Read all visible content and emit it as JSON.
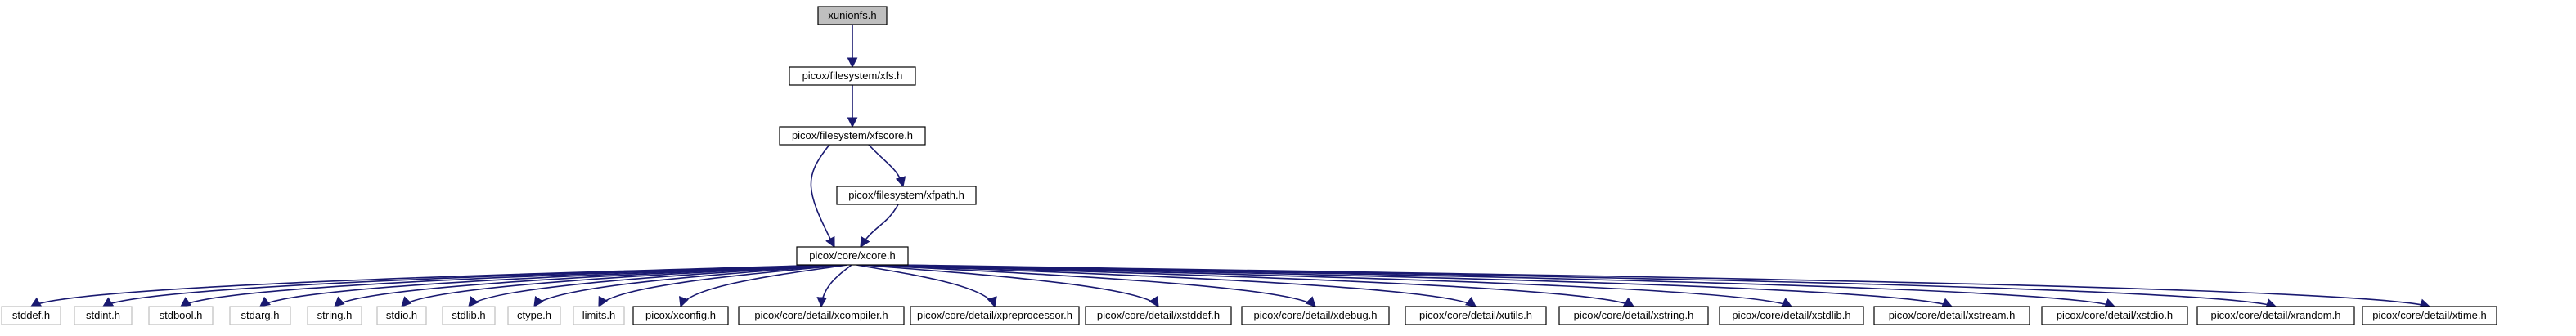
{
  "graph": {
    "root": "xunionfs.h",
    "nodes": [
      {
        "id": "n0",
        "label": "xunionfs.h",
        "style": "root"
      },
      {
        "id": "n1",
        "label": "picox/filesystem/xfs.h",
        "style": "local"
      },
      {
        "id": "n2",
        "label": "picox/filesystem/xfscore.h",
        "style": "local"
      },
      {
        "id": "n3",
        "label": "picox/filesystem/xfpath.h",
        "style": "local"
      },
      {
        "id": "n4",
        "label": "picox/core/xcore.h",
        "style": "local"
      },
      {
        "id": "n5",
        "label": "stddef.h",
        "style": "system"
      },
      {
        "id": "n6",
        "label": "stdint.h",
        "style": "system"
      },
      {
        "id": "n7",
        "label": "stdbool.h",
        "style": "system"
      },
      {
        "id": "n8",
        "label": "stdarg.h",
        "style": "system"
      },
      {
        "id": "n9",
        "label": "string.h",
        "style": "system"
      },
      {
        "id": "n10",
        "label": "stdio.h",
        "style": "system"
      },
      {
        "id": "n11",
        "label": "stdlib.h",
        "style": "system"
      },
      {
        "id": "n12",
        "label": "ctype.h",
        "style": "system"
      },
      {
        "id": "n13",
        "label": "limits.h",
        "style": "system"
      },
      {
        "id": "n14",
        "label": "picox/xconfig.h",
        "style": "local"
      },
      {
        "id": "n15",
        "label": "picox/core/detail/xcompiler.h",
        "style": "local"
      },
      {
        "id": "n16",
        "label": "picox/core/detail/xpreprocessor.h",
        "style": "local"
      },
      {
        "id": "n17",
        "label": "picox/core/detail/xstddef.h",
        "style": "local"
      },
      {
        "id": "n18",
        "label": "picox/core/detail/xdebug.h",
        "style": "local"
      },
      {
        "id": "n19",
        "label": "picox/core/detail/xutils.h",
        "style": "local"
      },
      {
        "id": "n20",
        "label": "picox/core/detail/xstring.h",
        "style": "local"
      },
      {
        "id": "n21",
        "label": "picox/core/detail/xstdlib.h",
        "style": "local"
      },
      {
        "id": "n22",
        "label": "picox/core/detail/xstream.h",
        "style": "local"
      },
      {
        "id": "n23",
        "label": "picox/core/detail/xstdio.h",
        "style": "local"
      },
      {
        "id": "n24",
        "label": "picox/core/detail/xrandom.h",
        "style": "local"
      },
      {
        "id": "n25",
        "label": "picox/core/detail/xtime.h",
        "style": "local"
      }
    ],
    "edges": [
      [
        "n0",
        "n1"
      ],
      [
        "n1",
        "n2"
      ],
      [
        "n2",
        "n3"
      ],
      [
        "n2",
        "n4"
      ],
      [
        "n3",
        "n4"
      ],
      [
        "n4",
        "n5"
      ],
      [
        "n4",
        "n6"
      ],
      [
        "n4",
        "n7"
      ],
      [
        "n4",
        "n8"
      ],
      [
        "n4",
        "n9"
      ],
      [
        "n4",
        "n10"
      ],
      [
        "n4",
        "n11"
      ],
      [
        "n4",
        "n12"
      ],
      [
        "n4",
        "n13"
      ],
      [
        "n4",
        "n14"
      ],
      [
        "n4",
        "n15"
      ],
      [
        "n4",
        "n16"
      ],
      [
        "n4",
        "n17"
      ],
      [
        "n4",
        "n18"
      ],
      [
        "n4",
        "n19"
      ],
      [
        "n4",
        "n20"
      ],
      [
        "n4",
        "n21"
      ],
      [
        "n4",
        "n22"
      ],
      [
        "n4",
        "n23"
      ],
      [
        "n4",
        "n24"
      ],
      [
        "n4",
        "n25"
      ]
    ],
    "colors": {
      "edge": "#191970",
      "root_fill": "#bfbfbf",
      "local_border": "#000000",
      "system_border": "#bfbfbf",
      "system_text": "#000000"
    }
  }
}
